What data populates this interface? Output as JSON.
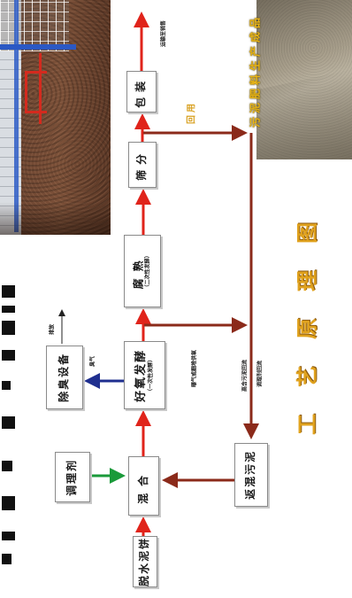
{
  "title": "工艺原理图",
  "product_photo_caption": "污泥肥料生产成品",
  "process": {
    "dewatered_cake": "脱水泥饼",
    "mixing": "混合",
    "aerobic": "好氧发酵",
    "aerobic_sub": "（一次性发酵）",
    "maturing": "腐熟",
    "maturing_sub": "（二次性发酵）",
    "screening": "筛分",
    "packing": "包装",
    "transport": "运输至销售"
  },
  "side": {
    "conditioner": "调理剂",
    "deodorizer": "除臭设备",
    "odor": "臭气",
    "emission": "排放",
    "aeration": "曝气或翻堆供氧",
    "return_sludge": "返混污泥",
    "reuse": "回用",
    "return_note_1": "高含污泥回流",
    "return_note_2": "调理剂回流"
  },
  "colors": {
    "main_flow": "#e0241b",
    "return_flow": "#8b2a1a",
    "conditioner_flow": "#1a9a3a",
    "odor_flow": "#1f2f8f",
    "title": "#e0a21e",
    "caption": "#e8b417"
  }
}
